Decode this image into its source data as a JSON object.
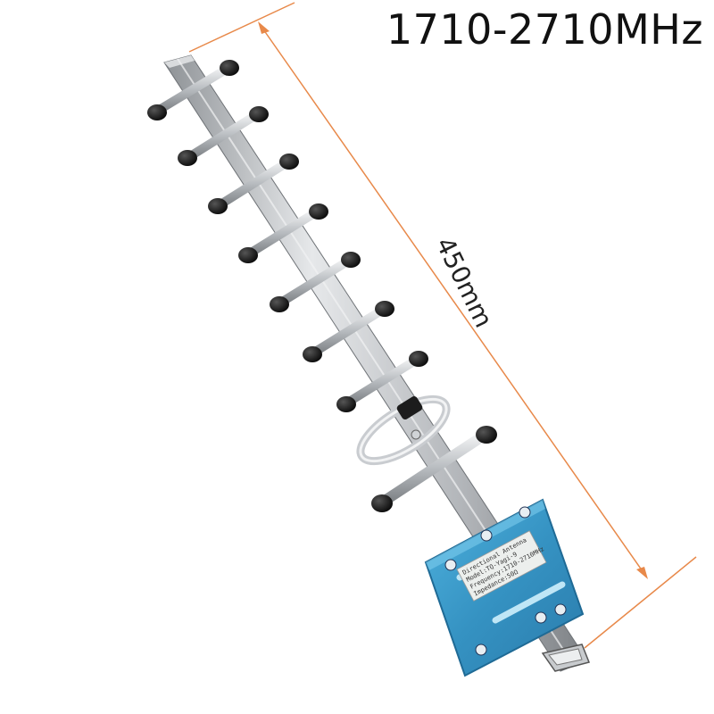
{
  "title": "1710-2710MHz",
  "dimension": {
    "length_label": "450mm"
  },
  "colors": {
    "background": "#ffffff",
    "dimension_line": "#e8894a",
    "boom": "#b9bcc0",
    "element_cap": "#151515",
    "mount_plate": "#3a9ac9"
  },
  "plate_label": {
    "lines": [
      "Directional Antenna",
      "Model:TQ-Yagi-9",
      "Frequency:1710-2710MHz",
      "Impedance:50Ω"
    ]
  }
}
